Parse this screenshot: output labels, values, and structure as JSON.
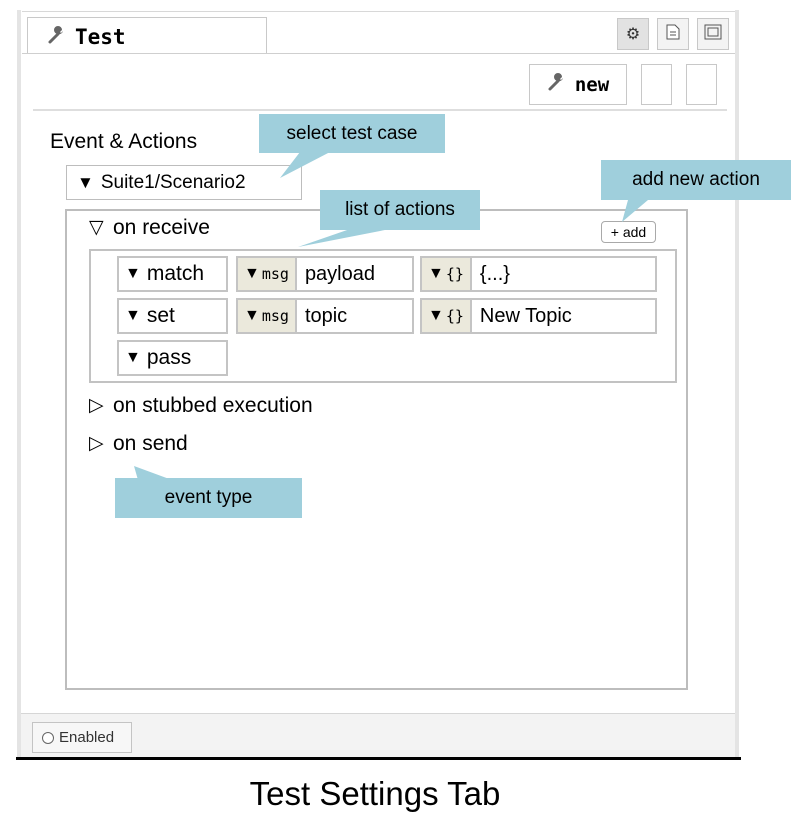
{
  "tab": {
    "icon": "wrench-icon",
    "label": "Test"
  },
  "header_buttons": [
    {
      "icon": "gear-icon"
    },
    {
      "icon": "document-icon"
    },
    {
      "icon": "fullscreen-icon"
    }
  ],
  "toolbar": {
    "new_icon": "wrench-icon",
    "new_label": "new"
  },
  "section_title": "Event & Actions",
  "test_case": {
    "arrow": "▼",
    "value": "Suite1/Scenario2"
  },
  "events": [
    {
      "arrow": "▽",
      "label": "on receive",
      "expanded": true
    },
    {
      "arrow": "▷",
      "label": "on stubbed execution",
      "expanded": false
    },
    {
      "arrow": "▷",
      "label": "on send",
      "expanded": false
    }
  ],
  "add_button": "+ add",
  "actions": [
    {
      "op": "match",
      "left_type": "msg",
      "left_value": "payload",
      "right_type": "{}",
      "right_value": "{...}"
    },
    {
      "op": "set",
      "left_type": "msg",
      "left_value": "topic",
      "right_type": "{}",
      "right_value": "New Topic"
    },
    {
      "op": "pass"
    }
  ],
  "arrow_symbol": "▼",
  "callouts": {
    "select_test_case": "select test case",
    "add_new_action": "add new action",
    "list_of_actions": "list of actions",
    "event_type": "event type"
  },
  "footer": {
    "enabled_label": "Enabled"
  },
  "caption": "Test Settings Tab",
  "colors": {
    "callout": "#9fcfdc",
    "type_badge": "#ebe9dc",
    "border": "#c4c4c4"
  }
}
